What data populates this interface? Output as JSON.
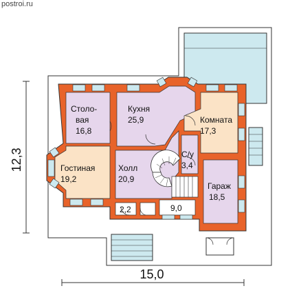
{
  "watermark": "postroi.ru",
  "dimensions": {
    "width": "15,0",
    "height": "12,3"
  },
  "rooms": {
    "dining": {
      "line1": "Столо-",
      "line2": "вая",
      "area": "16,8"
    },
    "kitchen": {
      "name": "Кухня",
      "area": "25,9"
    },
    "room": {
      "name": "Комната",
      "area": "17,3"
    },
    "living": {
      "name": "Гостиная",
      "area": "19,2"
    },
    "hall": {
      "name": "Холл",
      "area": "20,9"
    },
    "bath": {
      "name": "С/у",
      "area": "3,4"
    },
    "garage": {
      "name": "Гараж",
      "area": "18,5"
    },
    "small1": {
      "area": "2,2"
    },
    "small2": {
      "area": "9,0"
    }
  },
  "colors": {
    "wall": "#e8632a",
    "purple_room": "#e6d6ec",
    "peach_room": "#fbe3c6",
    "terrace": "#cde9ef",
    "outline": "#333333"
  }
}
